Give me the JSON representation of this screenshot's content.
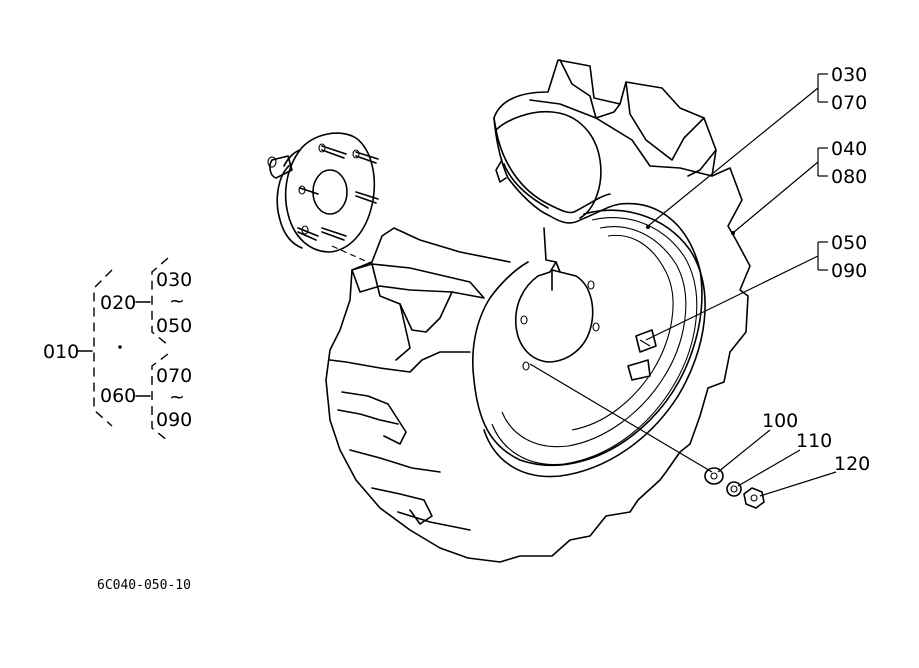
{
  "tree": {
    "root": "010",
    "group_a": {
      "code": "020",
      "from": "030",
      "tilde": "~",
      "to": "050"
    },
    "group_b": {
      "code": "060",
      "from": "070",
      "tilde": "~",
      "to": "090"
    }
  },
  "callouts": [
    {
      "id": "c030",
      "label": "030"
    },
    {
      "id": "c070",
      "label": "070"
    },
    {
      "id": "c040",
      "label": "040"
    },
    {
      "id": "c080",
      "label": "080"
    },
    {
      "id": "c050",
      "label": "050"
    },
    {
      "id": "c090",
      "label": "090"
    },
    {
      "id": "c100",
      "label": "100"
    },
    {
      "id": "c110",
      "label": "110"
    },
    {
      "id": "c120",
      "label": "120"
    }
  ],
  "drawing_code": "6C040-050-10",
  "colors": {
    "ink": "#000000",
    "paper": "#ffffff"
  }
}
